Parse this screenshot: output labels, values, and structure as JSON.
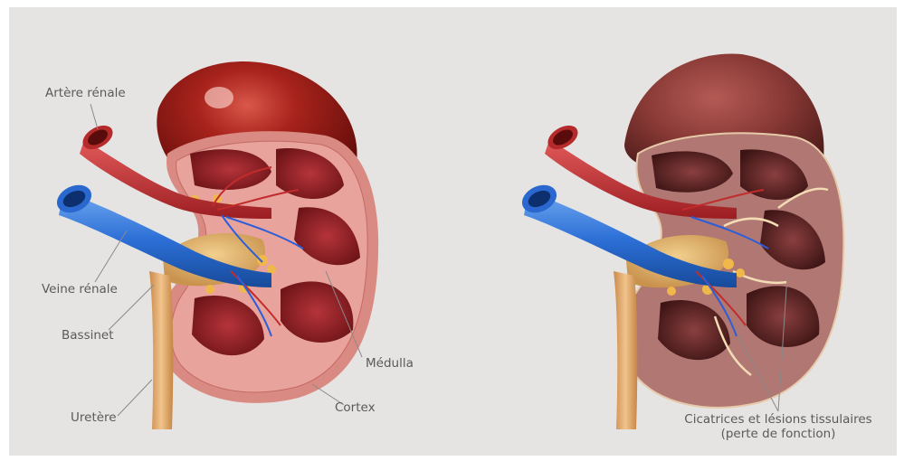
{
  "labels": {
    "artere": "Artère rénale",
    "veine": "Veine rénale",
    "bassinet": "Bassinet",
    "uretere": "Uretère",
    "medulla": "Médulla",
    "cortex": "Cortex",
    "cicatrices_line1": "Cicatrices et lésions tissulaires",
    "cicatrices_line2": "(perte de fonction)"
  }
}
